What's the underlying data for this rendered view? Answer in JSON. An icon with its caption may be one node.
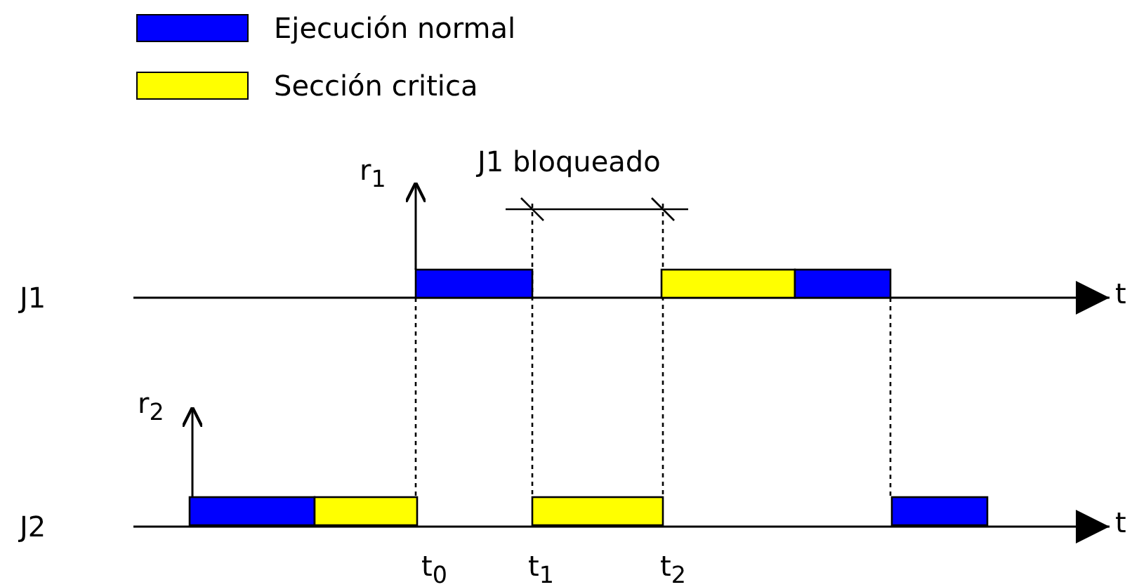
{
  "diagram": {
    "labels": [
      "r$_{1}$",
      "J1 bloqueado",
      "J1",
      "t",
      "r$_{2}$",
      "J2",
      "t",
      "t$_{0}$",
      "t$_{1}$",
      "t$_{2}$"
    ],
    "legend": [
      {
        "text": "Ejecución normal",
        "color": "#0000ff"
      },
      {
        "text": "Sección critica",
        "color": "#ffff00"
      }
    ]
  }
}
